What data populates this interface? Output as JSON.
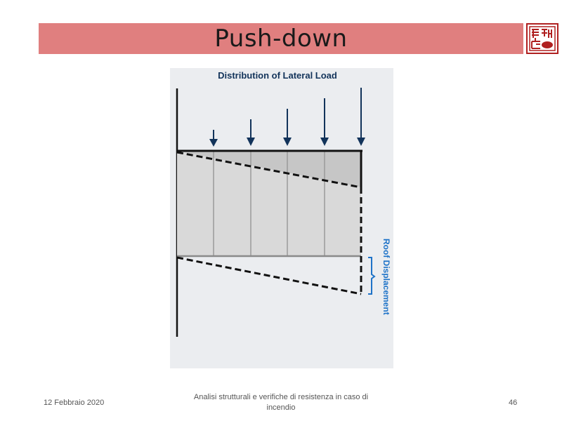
{
  "slide": {
    "title": "Push-down",
    "footer_date": "12 Febbraio 2020",
    "footer_center": "Analisi strutturali e verifiche di resistenza in caso di incendio",
    "page_number": "46"
  },
  "figure": {
    "heading": "Distribution of Lateral Load",
    "side_label": "Roof Displacement",
    "colors": {
      "arrow": "#12335a",
      "label_blue": "#1e73c8",
      "frame": "#111111",
      "fill": "#c6c6c6"
    }
  },
  "logo": {
    "icon": "seal-stamp-logo",
    "color": "#b02020"
  }
}
